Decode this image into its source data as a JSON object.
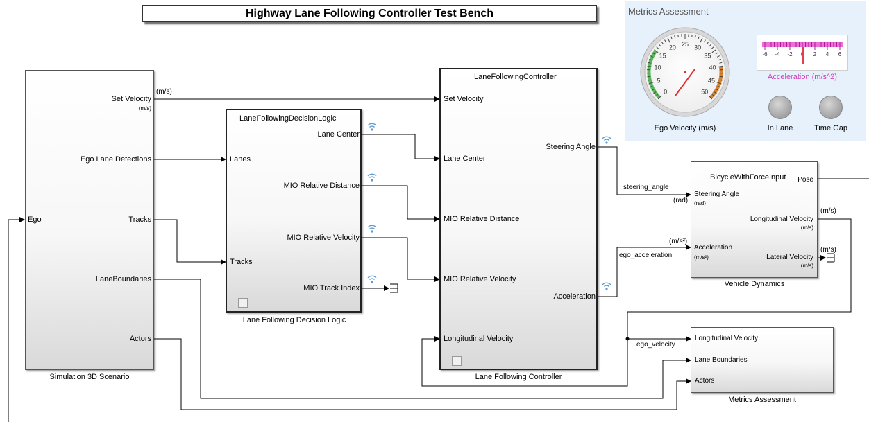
{
  "title": "Highway Lane Following Controller Test Bench",
  "dashboard": {
    "title": "Metrics Assessment",
    "gauge": {
      "label": "Ego Velocity (m/s)",
      "ticks": [
        "0",
        "5",
        "10",
        "15",
        "20",
        "25",
        "30",
        "35",
        "40",
        "45",
        "50"
      ]
    },
    "accel_gauge": {
      "label": "Acceleration (m/s^2)",
      "ticks": [
        "-6",
        "-4",
        "-2",
        "0",
        "2",
        "4",
        "6"
      ]
    },
    "lamps": [
      "In Lane",
      "Time Gap"
    ]
  },
  "blocks": {
    "sim3d": {
      "caption": "Simulation 3D Scenario",
      "in_ego": "Ego",
      "out_set_velocity": "Set Velocity",
      "out_set_velocity_unit": "(m/s)",
      "out_lane_detections": "Ego Lane Detections",
      "out_tracks": "Tracks",
      "out_lane_boundaries": "LaneBoundaries",
      "out_actors": "Actors"
    },
    "decision": {
      "name": "LaneFollowingDecisionLogic",
      "caption": "Lane Following Decision Logic",
      "in_lanes": "Lanes",
      "in_tracks": "Tracks",
      "out_lane_center": "Lane Center",
      "out_mio_distance": "MIO Relative Distance",
      "out_mio_velocity": "MIO Relative Velocity",
      "out_mio_index": "MIO Track Index"
    },
    "controller": {
      "name": "LaneFollowingController",
      "caption": "Lane Following Controller",
      "in_set_velocity": "Set Velocity",
      "in_lane_center": "Lane Center",
      "in_mio_distance": "MIO Relative Distance",
      "in_mio_velocity": "MIO Relative Velocity",
      "in_long_velocity": "Longitudinal Velocity",
      "out_steering": "Steering Angle",
      "out_acceleration": "Acceleration"
    },
    "vehicle": {
      "name": "BicycleWithForceInput",
      "caption": "Vehicle Dynamics",
      "in_steering": "Steering Angle",
      "in_steering_unit": "(rad)",
      "in_accel": "Acceleration",
      "in_accel_unit": "(m/s²)",
      "out_pose": "Pose",
      "out_long_velocity": "Longitudinal Velocity",
      "out_long_velocity_unit": "(m/s)",
      "out_lat_velocity": "Lateral Velocity",
      "out_lat_velocity_unit": "(m/s)"
    },
    "metrics": {
      "caption": "Metrics Assessment",
      "in_long_velocity": "Longitudinal Velocity",
      "in_lane_boundaries": "Lane Boundaries",
      "in_actors": "Actors"
    }
  },
  "signals": {
    "set_velocity_unit": "(m/s)",
    "steering_angle": "steering_angle",
    "steering_unit": "(rad)",
    "ego_acceleration": "ego_acceleration",
    "accel_unit": "(m/s²)",
    "ego_velocity": "ego_velocity",
    "long_velocity_unit": "(m/s)",
    "lat_velocity_unit": "(m/s)"
  },
  "colors": {
    "wireless": "#5b9bd5",
    "gauge_needle": "#e03030",
    "accel_scale": "#e040c8",
    "dashboard_bg": "#e6f1fb"
  }
}
